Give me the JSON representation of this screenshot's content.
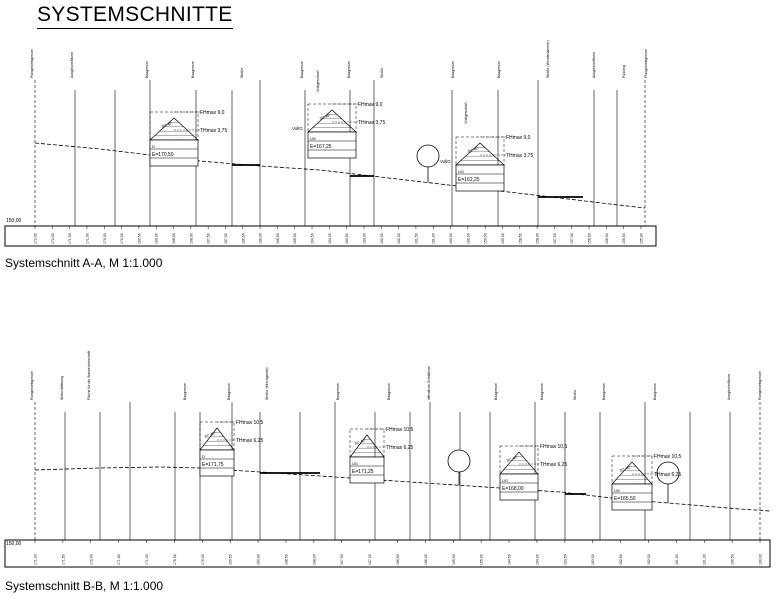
{
  "title": "SYSTEMSCHNITTE",
  "sections": [
    {
      "id": "A-A",
      "caption": "Systemschnitt A-A, M 1:1.000",
      "level_label": "150,00",
      "marker_labels": [
        "Plangebietsgrenze",
        "Ausgleichsfläche",
        "Baugrenze",
        "Baugrenze",
        "Straße",
        "Baugrenze",
        "Baugrenze",
        "Straße",
        "Baugrenze",
        "Baugrenze",
        "Straße (Wendehammer)",
        "Ausgleichsfläche",
        "Fußweg",
        "Plangebietsgrenze"
      ],
      "stations": [
        "172,00",
        "172,00",
        "171,50",
        "171,00",
        "170,50",
        "170,00",
        "169,50",
        "169,00",
        "168,50",
        "168,00",
        "167,50",
        "167,00",
        "166,50",
        "166,00",
        "165,50",
        "165,00",
        "164,50",
        "164,00",
        "163,50",
        "163,00",
        "162,50",
        "162,00",
        "161,50",
        "161,00",
        "160,50",
        "160,00",
        "159,50",
        "159,00",
        "158,50",
        "158,00",
        "157,50",
        "157,00",
        "156,50",
        "156,00",
        "155,50",
        "155,00"
      ],
      "houses": [
        {
          "fh": "FHmax  9,0",
          "th": "THmax  3,75",
          "e": "E=170,50",
          "level_text": "D",
          "extra_label": "",
          "roof_text": "35°-45°"
        },
        {
          "fh": "FHmax  9,0",
          "th": "THmax  3,75",
          "e": "E=167,25",
          "level_text": "UG",
          "extra_label": "VollG",
          "roof_text": "35°-45°"
        },
        {
          "fh": "FHmax  9,0",
          "th": "THmax  3,75",
          "e": "E=162,25",
          "level_text": "UG",
          "extra_label": "VollG",
          "roof_text": "35°-45°"
        }
      ],
      "vertical_notes": [
        "Vollgeschoß",
        "Vollgeschoß"
      ]
    },
    {
      "id": "B-B",
      "caption": "Systemschnitt B-B, M 1:1.000",
      "level_label": "150,00",
      "marker_labels": [
        "Plangebietsgrenze",
        "Wirtschaftsweg",
        "Fläche für die Wasserwirtschaft",
        "Baugrenze",
        "Baugrenze",
        "Straße (Mischgebiet)",
        "Baugrenze",
        "Baugrenze",
        "öffentliche Grünfläche",
        "Baugrenze",
        "Baugrenze",
        "Straße",
        "Baugrenze",
        "Baugrenze",
        "Ausgleichsfläche",
        "Plangebietsgrenze"
      ],
      "stations": [
        "171,00",
        "171,50",
        "172,00",
        "171,50",
        "171,00",
        "170,50",
        "170,00",
        "169,50",
        "169,00",
        "168,50",
        "168,00",
        "167,50",
        "167,00",
        "166,50",
        "166,00",
        "165,50",
        "165,00",
        "164,50",
        "164,00",
        "163,50",
        "163,00",
        "162,50",
        "162,00",
        "161,50",
        "161,00",
        "160,50",
        "160,00"
      ],
      "houses": [
        {
          "fh": "FHmax  10,5",
          "th": "THmax  6,25",
          "e": "E=171,75",
          "level_text": "D",
          "extra_label": "",
          "roof_text": "35°-45°"
        },
        {
          "fh": "FHmax  10,5",
          "th": "THmax  6,25",
          "e": "E=171,25",
          "level_text": "UG",
          "extra_label": "",
          "roof_text": "35°-45°"
        },
        {
          "fh": "FHmax  10,5",
          "th": "THmax  6,25",
          "e": "E=168,00",
          "level_text": "UG",
          "extra_label": "",
          "roof_text": "35°-45°"
        },
        {
          "fh": "FHmax  10,5",
          "th": "THmax  6,25",
          "e": "E=165,50",
          "level_text": "UG",
          "extra_label": "",
          "roof_text": "35°-45°"
        }
      ],
      "vertical_notes": []
    }
  ]
}
